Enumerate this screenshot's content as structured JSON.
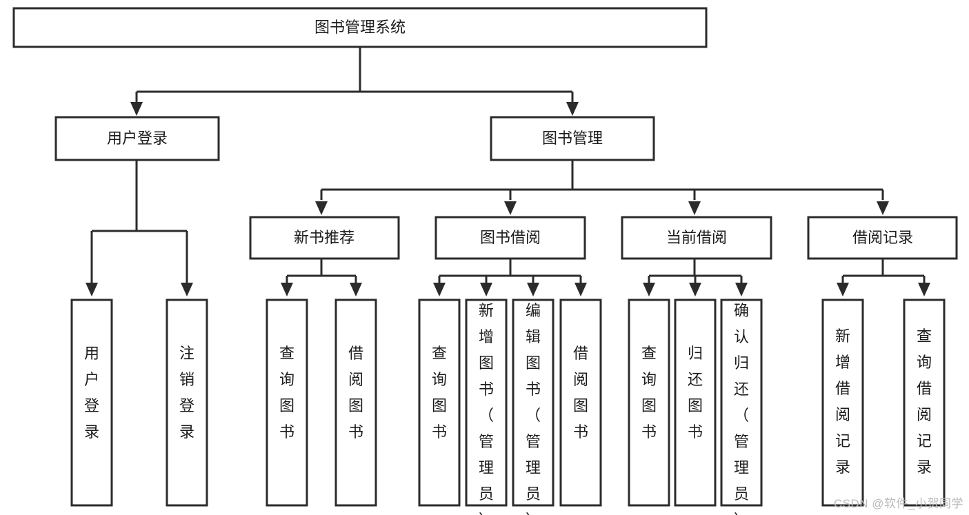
{
  "diagram": {
    "type": "tree-hierarchy",
    "title": "图书管理系统",
    "orientation": "top-down",
    "colors": {
      "box_stroke": "#2b2b2b",
      "box_fill": "#ffffff",
      "text": "#1c1c1c",
      "connector": "#2b2b2b",
      "background": "#ffffff",
      "watermark": "#b9b9b9"
    },
    "levels": {
      "root": {
        "label": "图书管理系统"
      },
      "level2": [
        {
          "label": "用户登录"
        },
        {
          "label": "图书管理"
        }
      ],
      "level3": [
        {
          "label": "新书推荐"
        },
        {
          "label": "图书借阅"
        },
        {
          "label": "当前借阅"
        },
        {
          "label": "借阅记录"
        }
      ],
      "leaves": {
        "user_login": [
          {
            "label": "用户登录"
          },
          {
            "label": "注销登录"
          }
        ],
        "new_book_recommend": [
          {
            "label": "查询图书"
          },
          {
            "label": "借阅图书"
          }
        ],
        "book_borrow": [
          {
            "label": "查询图书"
          },
          {
            "label": "新增图书（管理员）"
          },
          {
            "label": "编辑图书（管理员）"
          },
          {
            "label": "借阅图书"
          }
        ],
        "current_borrow": [
          {
            "label": "查询图书"
          },
          {
            "label": "归还图书"
          },
          {
            "label": "确认归还（管理员）"
          }
        ],
        "borrow_record": [
          {
            "label": "新增借阅记录"
          },
          {
            "label": "查询借阅记录"
          }
        ]
      }
    }
  },
  "watermark": {
    "text": "CSDN @软件_小贺同学"
  }
}
